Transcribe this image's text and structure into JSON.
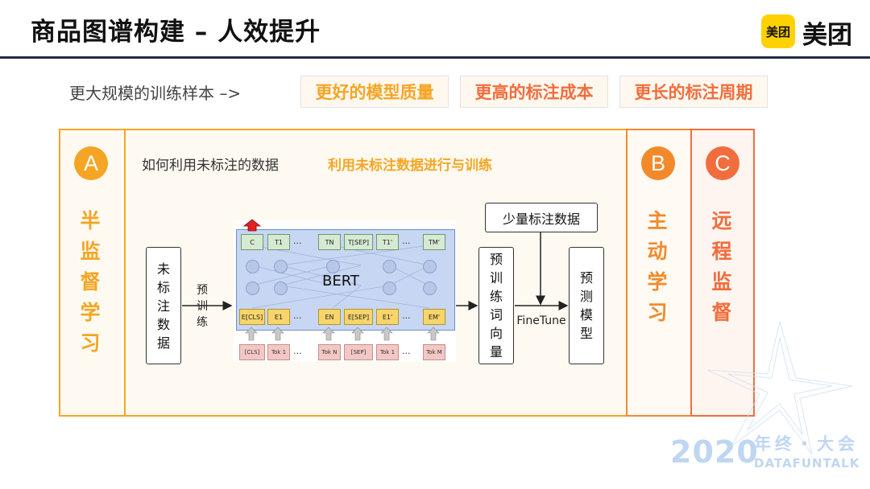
{
  "header": {
    "title": "商品图谱构建 – 人效提升",
    "logo_badge": "美团",
    "logo_text": "美团"
  },
  "lead": {
    "text": "更大规模的训练样本 –>",
    "chips": [
      {
        "label": "更好的模型质量",
        "color": "#f5a524"
      },
      {
        "label": "更高的标注成本",
        "color": "#f26d3d"
      },
      {
        "label": "更长的标注周期",
        "color": "#f26d3d"
      }
    ]
  },
  "panels": {
    "a": {
      "badge": "A",
      "label": "半监督学习",
      "color": "#f5a524"
    },
    "b": {
      "badge": "B",
      "label": "主动学习",
      "color": "#f28a2c"
    },
    "c": {
      "badge": "C",
      "label": "远程监督",
      "color": "#f26d3d"
    }
  },
  "main": {
    "subtitle": "如何利用未标注的数据",
    "subtitle_highlight": "利用未标注数据进行与训练",
    "unlabeled_box": "未标注数据",
    "pretrain_label": "预训练",
    "bert": {
      "label": "BERT",
      "top_tokens": [
        "C",
        "T1",
        "TN",
        "T[SEP]",
        "T1'",
        "TM'"
      ],
      "emb_tokens": [
        "E[CLS]",
        "E1",
        "EN",
        "E[SEP]",
        "E1'",
        "EM'"
      ],
      "input_tokens": [
        "[CLS]",
        "Tok 1",
        "Tok N",
        "[SEP]",
        "Tok 1",
        "Tok M"
      ],
      "ellipsis": "..."
    },
    "word_vec_box": "预训练词向量",
    "few_labeled_box": "少量标注数据",
    "finetune_label": "FineTune",
    "predict_box": "预测模型"
  },
  "watermark": {
    "year": "2020",
    "cn": "年终・大会",
    "en": "DATAFUNTALK"
  }
}
